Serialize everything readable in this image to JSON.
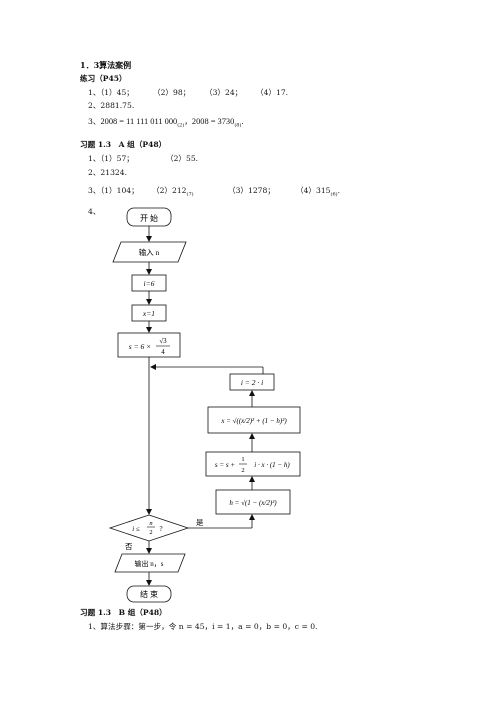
{
  "heading": "1．3算法案例",
  "practice": {
    "title": "练习（P45）",
    "line1": [
      "1、（1）45；",
      "（2）98；",
      "（3）24；",
      "（4）17."
    ],
    "line2": "2、2881.75.",
    "line3_label": "3、",
    "line3_eq1": "2008 = 11 111 011 000",
    "line3_sub1": "(2)",
    "line3_sep": "，",
    "line3_eq2": "2008 = 3730",
    "line3_sub2": "(8)",
    "line3_end": "."
  },
  "groupA": {
    "title": "习题 1.3　A 组（P48）",
    "line1": [
      "1、（1）57；",
      "（2）55."
    ],
    "line2": "2、21324.",
    "line3_a": "3、（1）104；",
    "line3_b": "（2）212",
    "line3_b_sub": "(7)",
    "line3_c": "（3）1278；",
    "line3_d": "（4）315",
    "line3_d_sub": "(6)",
    "line3_end": ".",
    "line4": "4、"
  },
  "flowchart": {
    "start": "开 始",
    "input": "输入 n",
    "init_i": "i=6",
    "init_x": "x=1",
    "s_lhs": "s = 6 ×",
    "s_num": "√3",
    "s_den": "4",
    "update_i": "i = 2 · i",
    "update_x": "x = √((x/2)² + (1 − h)²)",
    "update_s_lhs": "s = s +",
    "update_s_frac_num": "1",
    "update_s_frac_den": "2",
    "update_s_rhs": "i · x · (1 − h)",
    "compute_h": "h = √(1 − (x/2)²)",
    "cond_lhs": "i ≤",
    "cond_num": "n",
    "cond_den": "2",
    "cond_q": "?",
    "yes": "是",
    "no": "否",
    "output": "输出 n，s",
    "end": "结 束"
  },
  "groupB": {
    "title": "习题 1.3　B 组（P48）",
    "line1": "1、算法步骤：第一步，令 n = 45，i = 1，a = 0，b = 0，c = 0."
  }
}
